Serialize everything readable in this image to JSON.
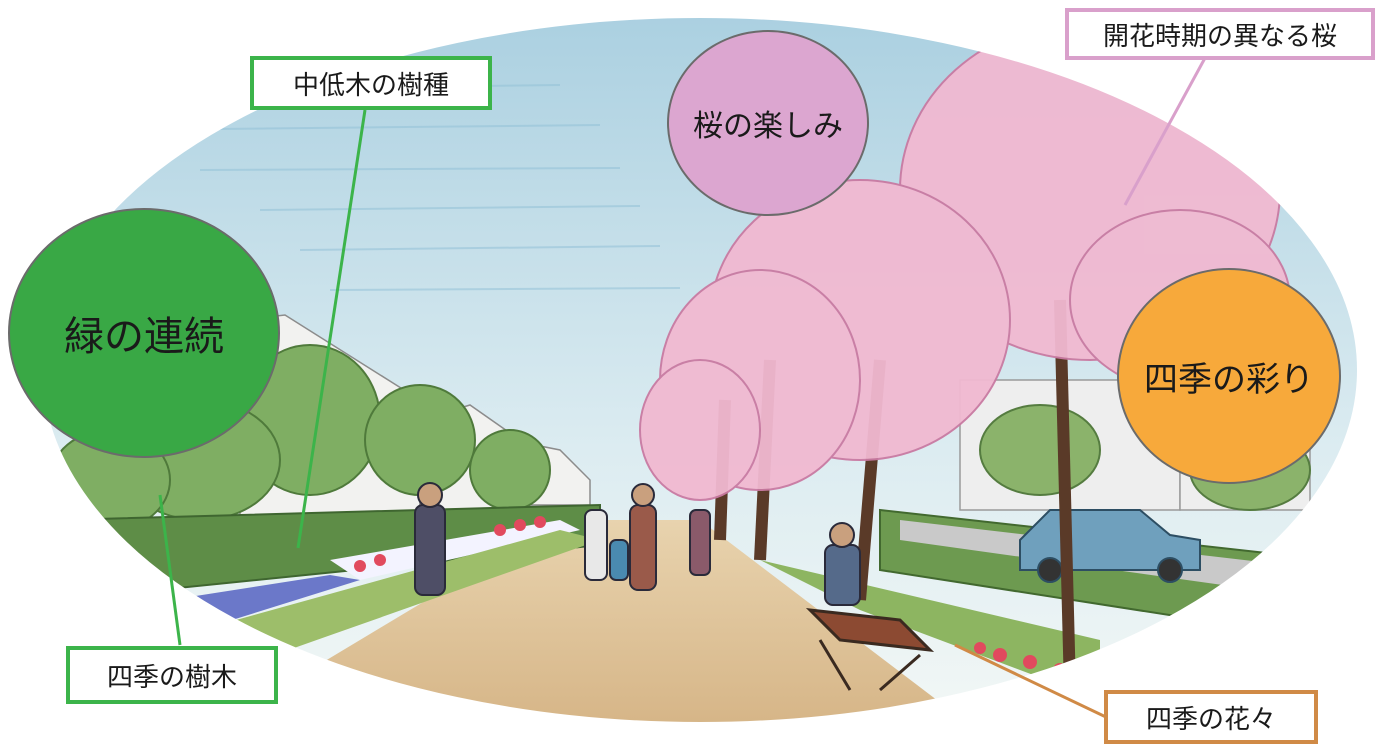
{
  "circles": {
    "green": {
      "label": "緑の連続",
      "color": "#39a845"
    },
    "pink": {
      "label": "桜の楽しみ",
      "color": "#dca6d0"
    },
    "orange": {
      "label": "四季の彩り",
      "color": "#f7a93b"
    }
  },
  "labels": {
    "shrubs": {
      "text": "中低木の樹種",
      "border": "#3cb44a"
    },
    "trees": {
      "text": "四季の樹木",
      "border": "#3cb44a"
    },
    "sakura": {
      "text": "開花時期の異なる桜",
      "border": "#d9a0cb"
    },
    "flowers": {
      "text": "四季の花々",
      "border": "#d08a46"
    }
  }
}
